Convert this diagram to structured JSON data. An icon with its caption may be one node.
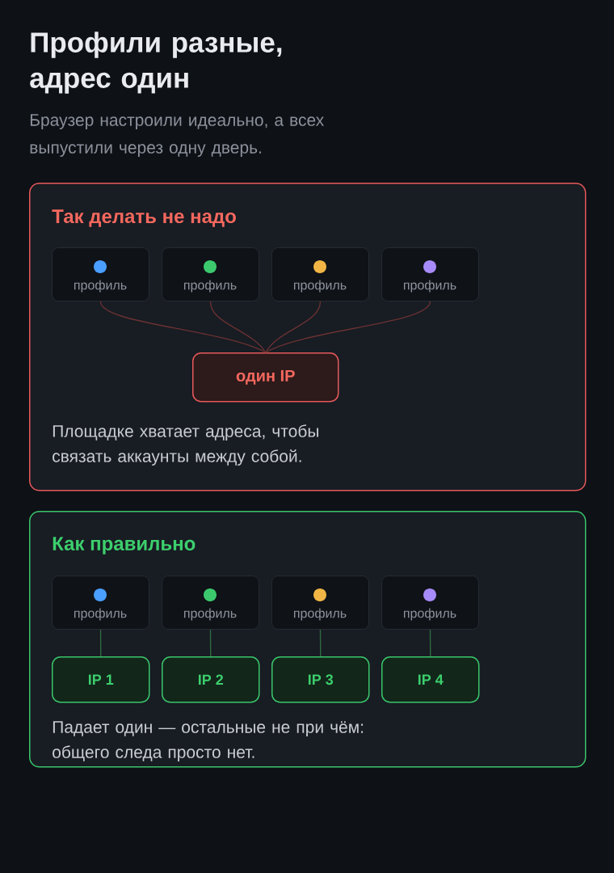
{
  "diagram": {
    "title": "Профили разные, адрес один",
    "nodes": [
      {
        "text": [
          "Так делать не надо",
          "Площадке хватает адреса, чтобы связать аккаунты между собой."
        ]
      },
      {
        "text": [
          "профиль"
        ],
        "in": 0
      },
      {
        "text": [
          "профиль"
        ],
        "in": 0
      },
      {
        "text": [
          "профиль"
        ],
        "in": 0
      },
      {
        "text": [
          "профиль"
        ],
        "in": 0
      },
      {
        "text": [
          "один IP"
        ],
        "in": 0
      },
      {
        "text": [
          "Как правильно",
          "Падает один — остальные не при чём: общего следа просто нет."
        ]
      },
      {
        "text": [
          "профиль"
        ],
        "in": 6
      },
      {
        "text": [
          "профиль"
        ],
        "in": 6
      },
      {
        "text": [
          "профиль"
        ],
        "in": 6
      },
      {
        "text": [
          "профиль"
        ],
        "in": 6
      },
      {
        "text": [
          "IP 1"
        ],
        "in": 6
      },
      {
        "text": [
          "IP 2"
        ],
        "in": 6
      },
      {
        "text": [
          "IP 3"
        ],
        "in": 6
      },
      {
        "text": [
          "IP 4"
        ],
        "in": 6
      }
    ],
    "edges": [
      {
        "from": 1,
        "to": 5,
        "arrow": "none",
        "color": "#6a3232"
      },
      {
        "from": 2,
        "to": 5,
        "arrow": "none",
        "color": "#6a3232"
      },
      {
        "from": 3,
        "to": 5,
        "arrow": "none",
        "color": "#6a3232"
      },
      {
        "from": 4,
        "to": 5,
        "arrow": "none",
        "color": "#6a3232"
      },
      {
        "from": 7,
        "to": 11,
        "arrow": "none",
        "color": "#2f6a40"
      },
      {
        "from": 8,
        "to": 12,
        "arrow": "none",
        "color": "#2f6a40"
      },
      {
        "from": 9,
        "to": 13,
        "arrow": "none",
        "color": "#2f6a40"
      },
      {
        "from": 10,
        "to": 14,
        "arrow": "none",
        "color": "#2f6a40"
      }
    ],
    "labels": [
      "Браузер настроили идеально, а всех выпустили через одну дверь."
    ]
  }
}
